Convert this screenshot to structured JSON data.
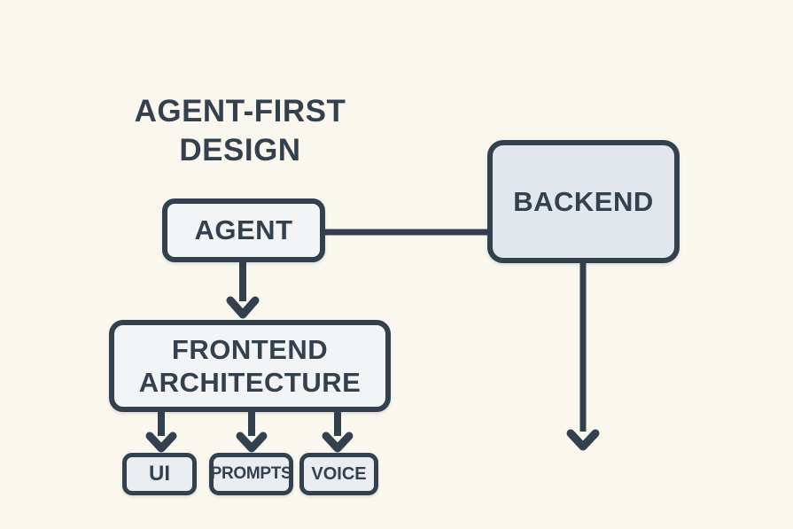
{
  "title": {
    "line1": "AGENT-FIRST",
    "line2": "DESIGN"
  },
  "nodes": {
    "agent": {
      "label": "AGENT"
    },
    "backend": {
      "label": "BACKEND"
    },
    "frontend": {
      "label": "FRONTEND ARCHITECTURE"
    },
    "ui": {
      "label": "UI"
    },
    "prompts": {
      "label": "PROMPTS"
    },
    "voice": {
      "label": "VOICE"
    }
  },
  "edges": [
    {
      "from": "agent",
      "to": "backend",
      "type": "line"
    },
    {
      "from": "agent",
      "to": "frontend",
      "type": "arrow-down"
    },
    {
      "from": "backend",
      "to": "offscreen-down",
      "type": "arrow-down"
    },
    {
      "from": "frontend",
      "to": "ui",
      "type": "arrow-down"
    },
    {
      "from": "frontend",
      "to": "prompts",
      "type": "arrow-down"
    },
    {
      "from": "frontend",
      "to": "voice",
      "type": "arrow-down"
    }
  ],
  "colors": {
    "bg": "#faf7ef",
    "ink": "#33404e",
    "fill_light": "#f2f4f6",
    "fill_blue": "#e2e7ee",
    "fill_small": "#e9edf2"
  }
}
